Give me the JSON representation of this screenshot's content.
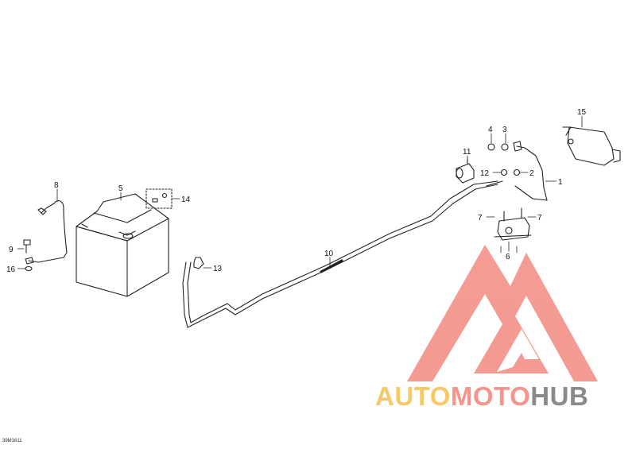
{
  "diagram": {
    "parts": [
      {
        "id": "p1",
        "number": "1"
      },
      {
        "id": "p2",
        "number": "2"
      },
      {
        "id": "p3",
        "number": "3"
      },
      {
        "id": "p4",
        "number": "4"
      },
      {
        "id": "p5",
        "number": "5"
      },
      {
        "id": "p6",
        "number": "6"
      },
      {
        "id": "p7a",
        "number": "7"
      },
      {
        "id": "p7b",
        "number": "7"
      },
      {
        "id": "p8",
        "number": "8"
      },
      {
        "id": "p9",
        "number": "9"
      },
      {
        "id": "p10",
        "number": "10"
      },
      {
        "id": "p11",
        "number": "11"
      },
      {
        "id": "p12",
        "number": "12"
      },
      {
        "id": "p13",
        "number": "13"
      },
      {
        "id": "p14",
        "number": "14"
      },
      {
        "id": "p15",
        "number": "15"
      },
      {
        "id": "p16",
        "number": "16"
      }
    ],
    "drawing_code": "39M1611"
  },
  "watermark": {
    "word_part1": "AUTO",
    "word_part2": "MOTO",
    "word_part3": "HUB",
    "color_part1": "#F5C868",
    "color_part2": "#F5948B",
    "color_part3": "#8A8A8A",
    "logo_color": "#F28A80"
  }
}
